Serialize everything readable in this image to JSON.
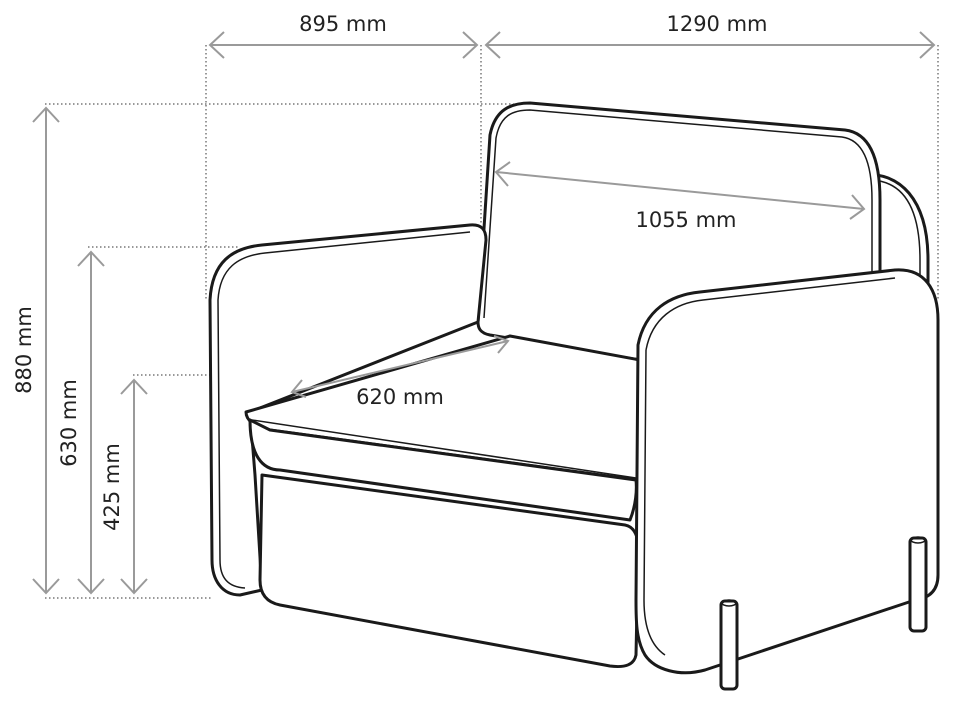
{
  "dimensions": {
    "depth": "895 mm",
    "width": "1290 mm",
    "back_width": "1055 mm",
    "seat_depth": "620 mm",
    "total_height": "880 mm",
    "arm_height": "630 mm",
    "seat_height": "425 mm"
  },
  "colors": {
    "dimension_line": "#9a9a9a",
    "outline": "#1a1a1a"
  }
}
